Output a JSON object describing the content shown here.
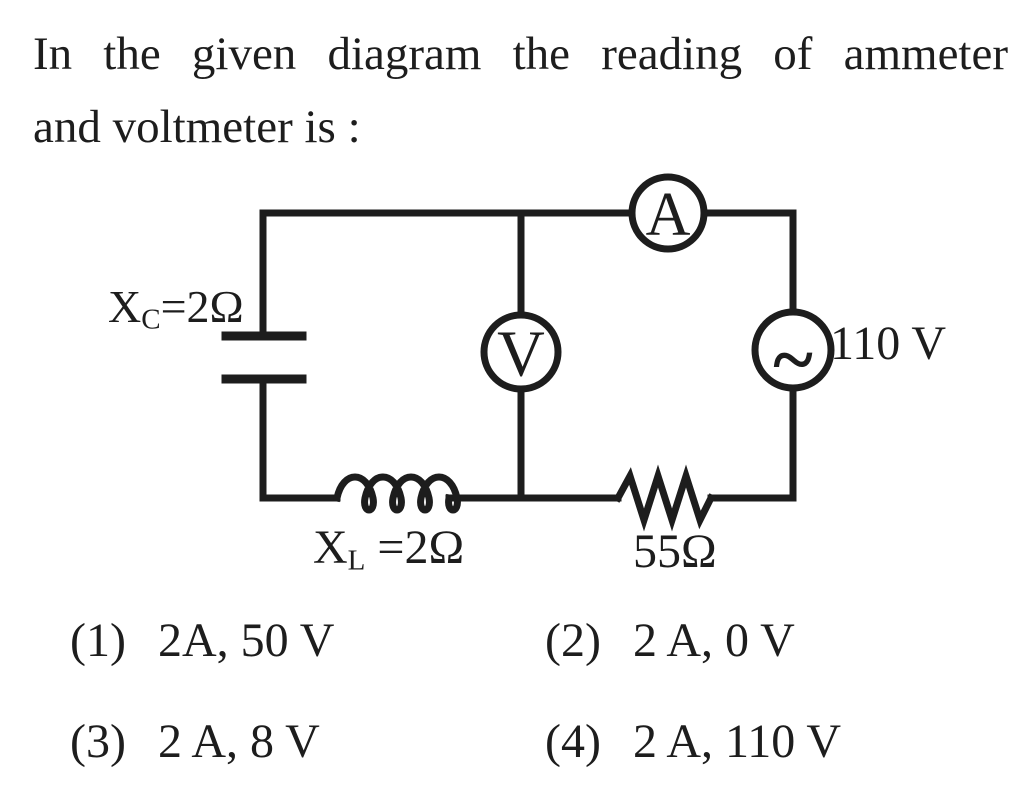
{
  "question": {
    "line1": "In the given diagram the reading of ammeter",
    "line2": "and voltmeter is :"
  },
  "circuit": {
    "ammeter_letter": "A",
    "voltmeter_letter": "V",
    "source_symbol": "~",
    "source_voltage": "110 V",
    "capacitor_label": {
      "base": "X",
      "sub": "C",
      "rest": "=2Ω"
    },
    "inductor_label": {
      "base": "X",
      "sub": "L",
      "rest": " =2Ω"
    },
    "resistor_label": "55Ω"
  },
  "options": [
    {
      "number": "(1)",
      "text": "2A, 50 V"
    },
    {
      "number": "(2)",
      "text": "2 A, 0 V"
    },
    {
      "number": "(3)",
      "text": "2 A, 8 V"
    },
    {
      "number": "(4)",
      "text": "2 A, 110 V"
    }
  ],
  "colors": {
    "background": "#ffffff",
    "ink": "#1d1d1d"
  }
}
